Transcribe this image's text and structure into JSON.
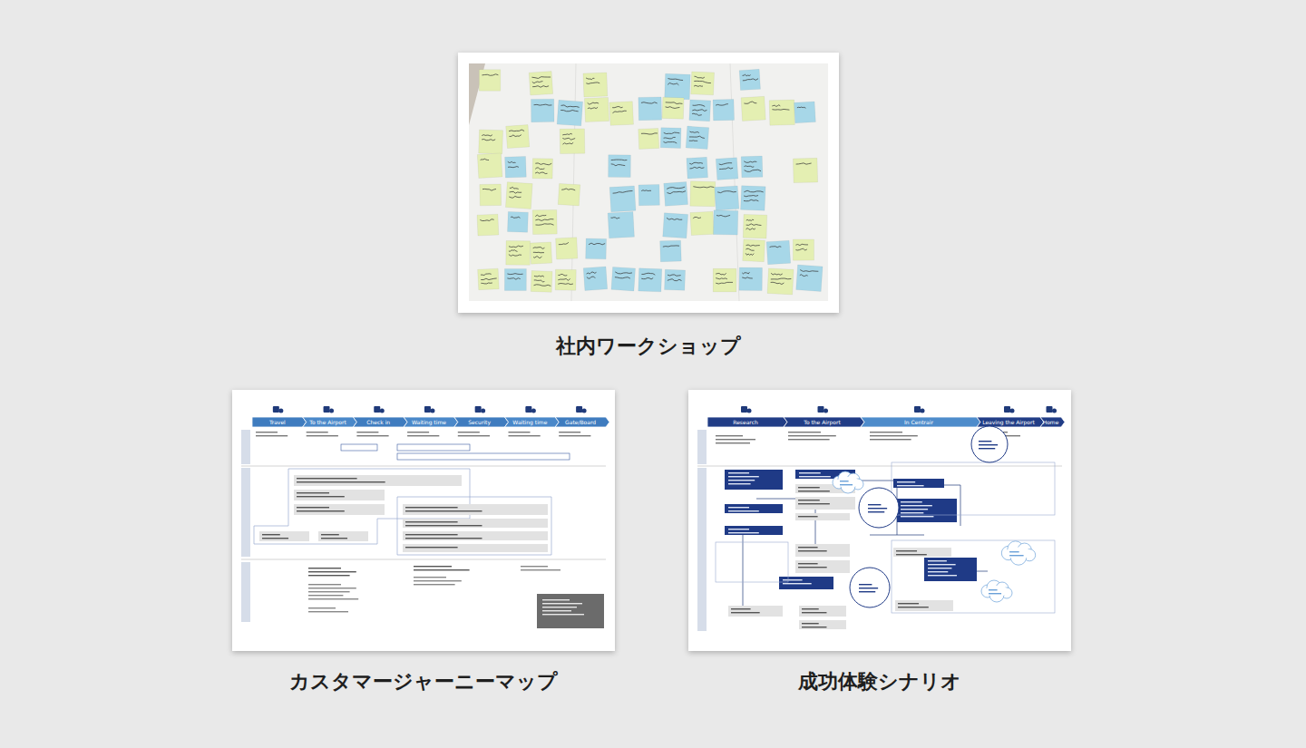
{
  "diagram": {
    "nodes": [
      {
        "text": [
          "社内ワークショップ"
        ]
      },
      {
        "text": [
          "カスタマージャーニーマップ"
        ]
      },
      {
        "text": [
          "成功体験シナリオ"
        ]
      }
    ],
    "labels": [
      "Travel",
      "To the Airport",
      "Check in",
      "Waiting time",
      "Security",
      "Waiting time",
      "Gate/Board",
      "Research",
      "To the Airport",
      "In Centrair",
      "Leaving the Airport",
      "Home"
    ]
  }
}
